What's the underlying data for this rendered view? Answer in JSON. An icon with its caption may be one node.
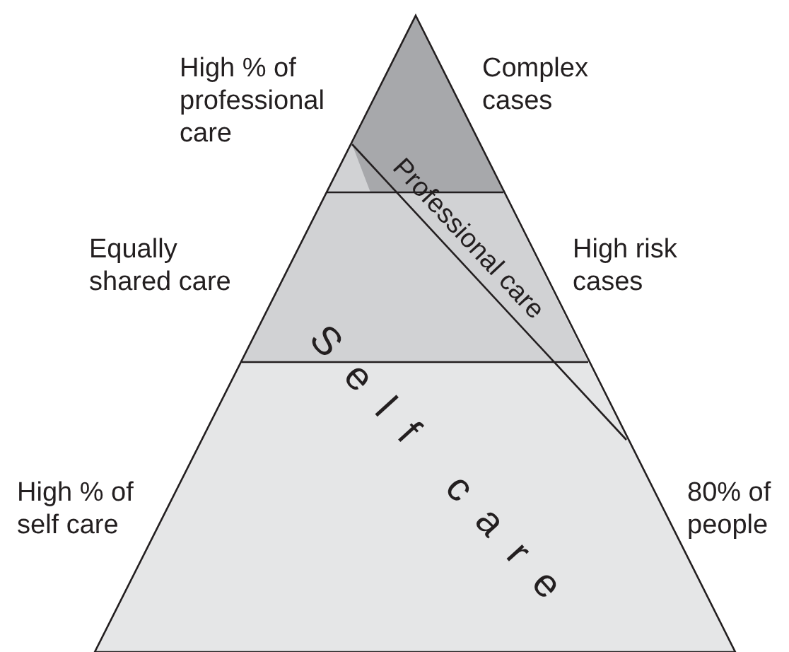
{
  "diagram": {
    "labels": [
      "High % of professional care",
      "Complex cases",
      "Professional care",
      "Equally shared care",
      "High risk cases",
      "Self care",
      "High % of self care",
      "80% of people"
    ]
  }
}
